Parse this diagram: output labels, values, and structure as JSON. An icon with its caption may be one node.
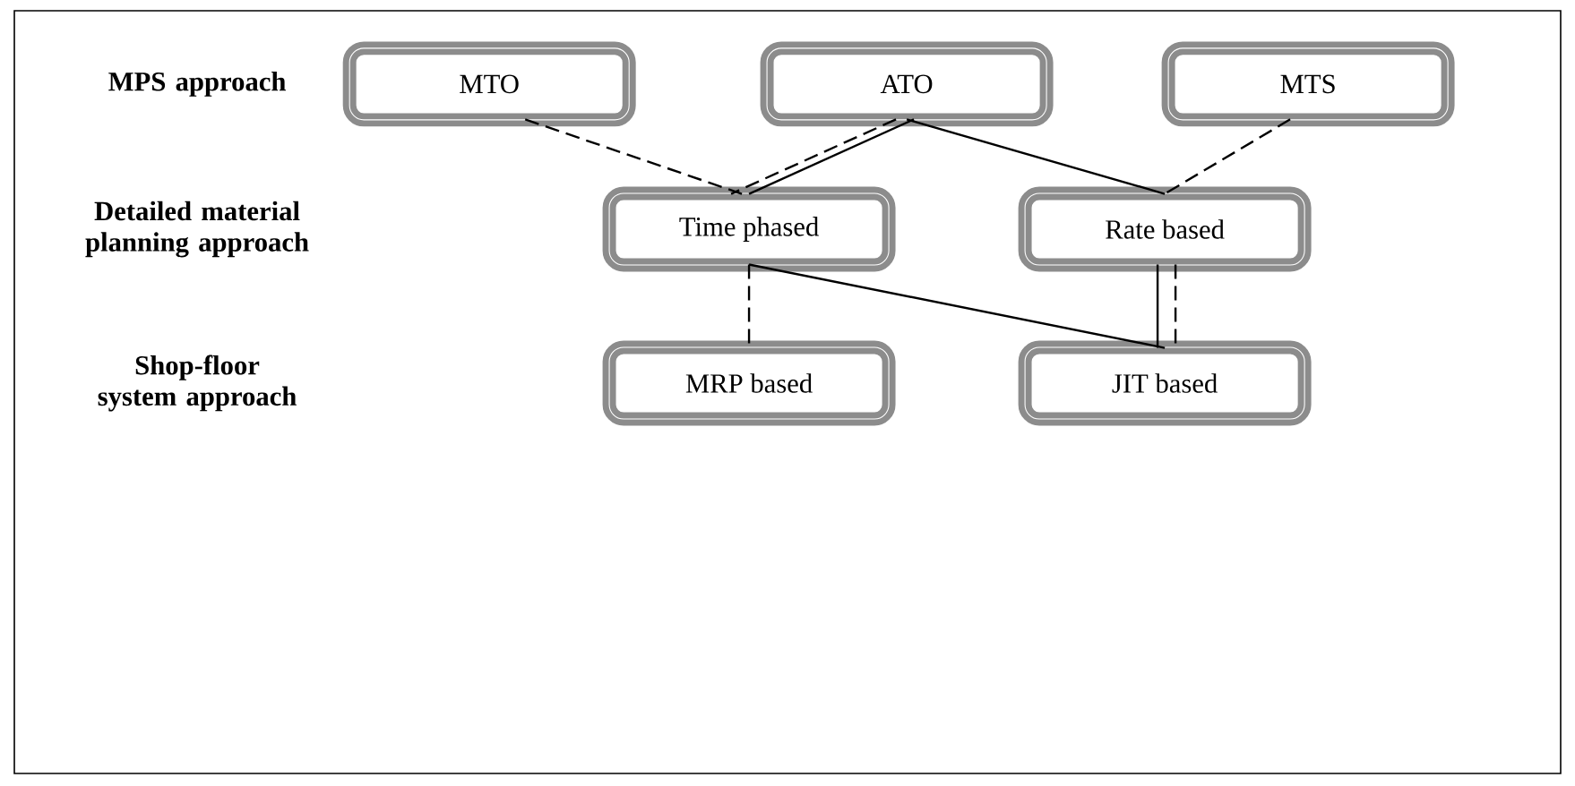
{
  "diagram": {
    "nodes": [
      {
        "text": [
          "MTO"
        ]
      },
      {
        "text": [
          "ATO"
        ]
      },
      {
        "text": [
          "MTS"
        ]
      },
      {
        "text": [
          "Time phased"
        ]
      },
      {
        "text": [
          "Rate based"
        ]
      },
      {
        "text": [
          "MRP based"
        ]
      },
      {
        "text": [
          "JIT based"
        ]
      }
    ],
    "edges": [
      {
        "from": 0,
        "to": 3,
        "arrow": "none",
        "style": "dashed"
      },
      {
        "from": 1,
        "to": 3,
        "arrow": "none",
        "style": "dashed"
      },
      {
        "from": 1,
        "to": 3,
        "arrow": "none"
      },
      {
        "from": 1,
        "to": 4,
        "arrow": "none"
      },
      {
        "from": 2,
        "to": 4,
        "arrow": "none",
        "style": "dashed"
      },
      {
        "from": 3,
        "to": 5,
        "arrow": "none",
        "style": "dashed"
      },
      {
        "from": 3,
        "to": 6,
        "arrow": "none"
      },
      {
        "from": 4,
        "to": 6,
        "arrow": "none"
      },
      {
        "from": 4,
        "to": 6,
        "arrow": "none",
        "style": "dashed"
      }
    ],
    "labels": [
      "MPS approach",
      "Detailed material planning approach",
      "Shop-floor system approach"
    ]
  }
}
